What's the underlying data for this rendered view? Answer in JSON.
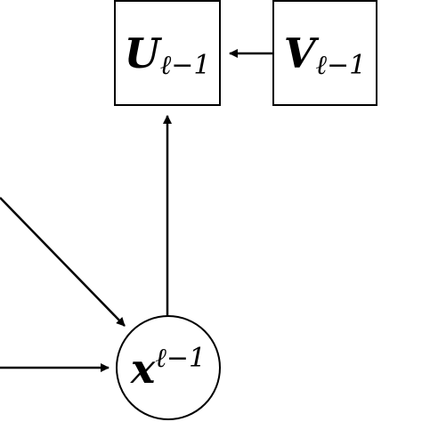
{
  "diagram": {
    "nodes": {
      "u": {
        "main": "U",
        "sub": "ℓ−1"
      },
      "v": {
        "main": "V",
        "sub": "ℓ−1"
      },
      "x": {
        "main": "x",
        "sup": "ℓ−1"
      }
    },
    "edges": [
      {
        "from": "v",
        "to": "u"
      },
      {
        "from": "x",
        "to": "u"
      },
      {
        "from": "offscreen-upper-left",
        "to": "x"
      },
      {
        "from": "offscreen-left",
        "to": "x"
      }
    ]
  }
}
